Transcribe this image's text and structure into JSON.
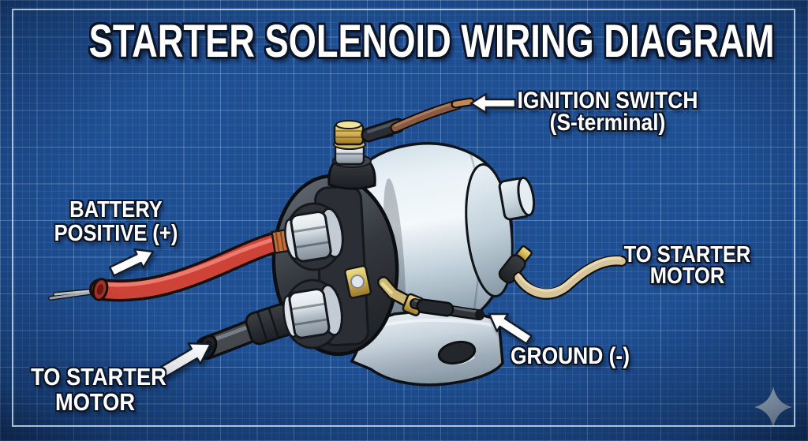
{
  "title": "STARTER SOLENOID WIRING DIAGRAM",
  "labels": {
    "ignition_switch": {
      "line1": "IGNITION SWITCH",
      "line2": "(S-terminal)"
    },
    "battery_positive": {
      "line1": "BATTERY",
      "line2": "POSITIVE (+)"
    },
    "starter_motor_right": {
      "line1": "TO STARTER",
      "line2": "MOTOR"
    },
    "ground": {
      "line1": "GROUND (-)"
    },
    "starter_motor_left": {
      "line1": "TO STARTER",
      "line2": "MOTOR"
    }
  },
  "icons": {
    "sparkle": "four-pointed-star"
  },
  "colors": {
    "background": "#1e4f93",
    "grid_minor": "rgba(195,218,247,0.11)",
    "grid_major": "rgba(195,218,247,0.26)",
    "frame": "#d6e8fa",
    "text": "#ffffff",
    "text_outline": "#0c1525",
    "battery_cable_red": "#ce4338",
    "starter_cable_black": "#45494f",
    "ignition_wire_brown": "#8a5a41",
    "starter_motor_wire_tan": "#d6c49a",
    "ground_wire": "#303439",
    "solenoid_metal": "#c9d7e0",
    "solenoid_face": "#34393f",
    "brass": "#d9bc5e",
    "bracket_metal": "#c9d4dd"
  }
}
